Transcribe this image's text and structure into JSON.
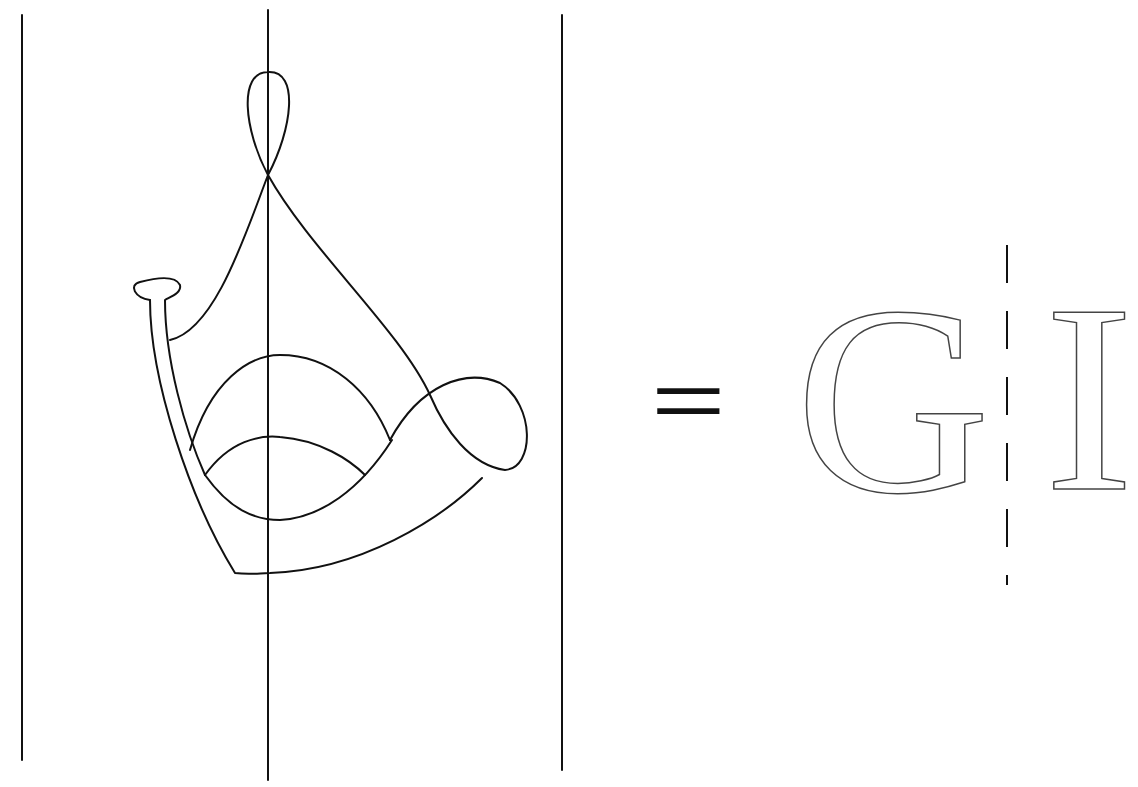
{
  "diagram": {
    "labels": [
      "=",
      "G",
      "I"
    ]
  }
}
